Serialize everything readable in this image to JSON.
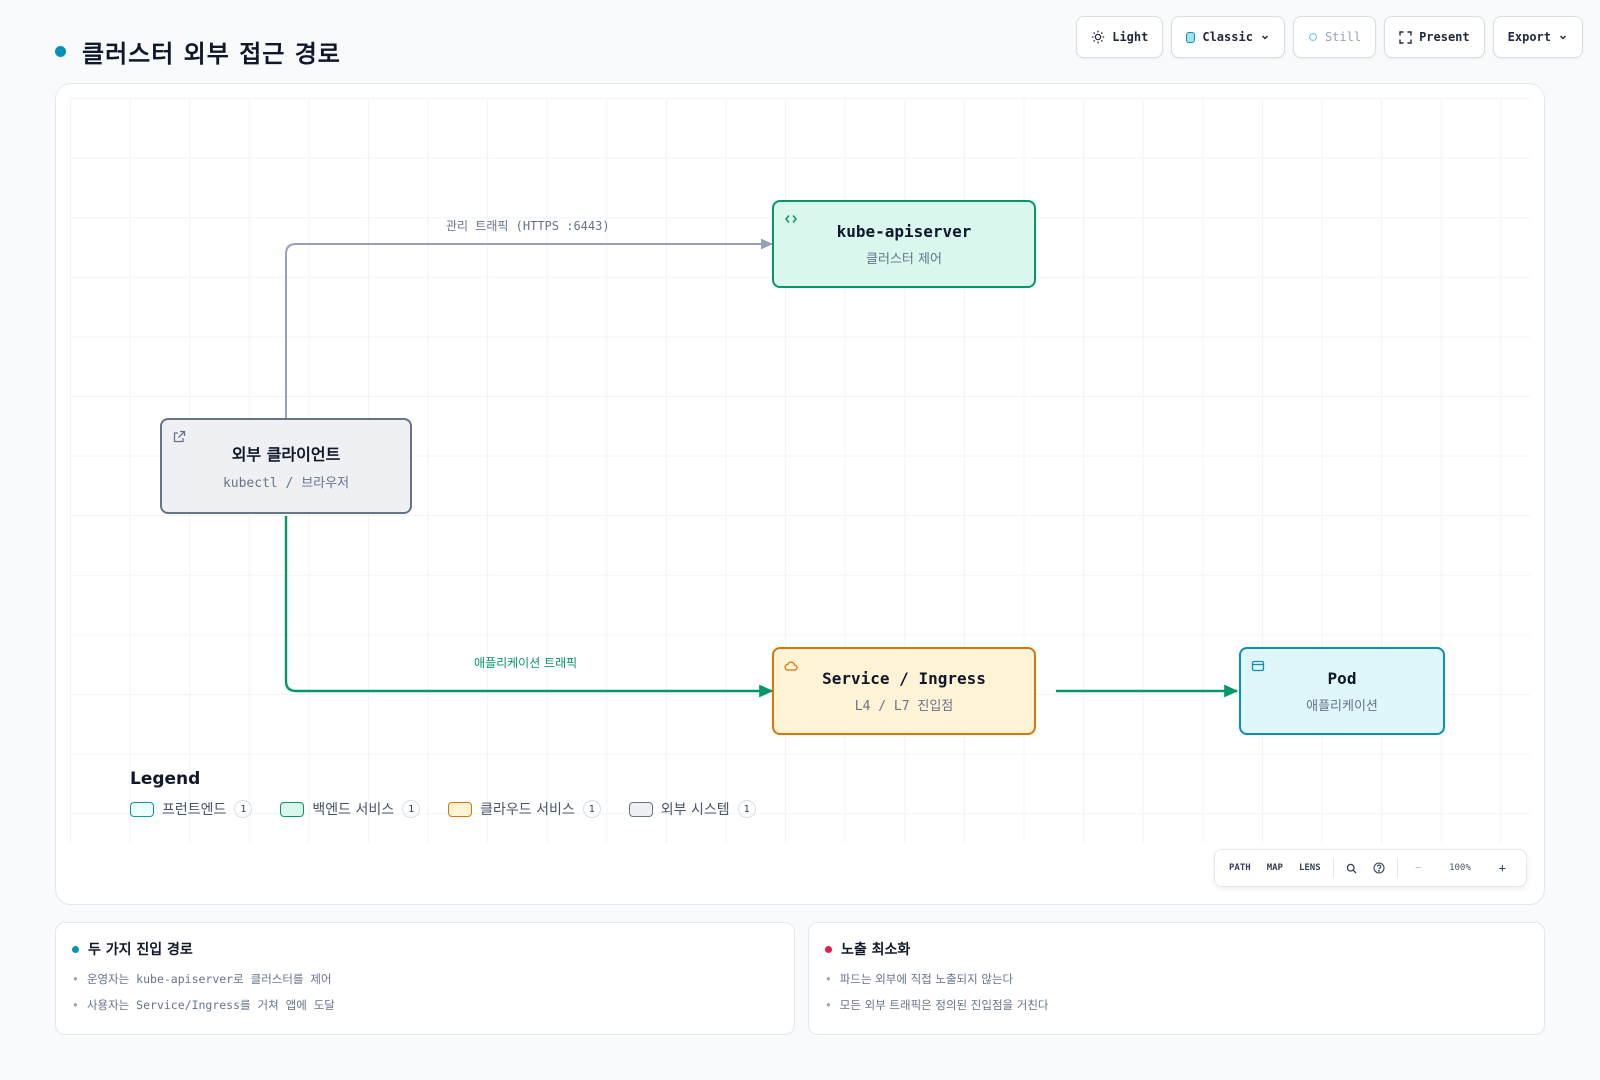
{
  "page": {
    "title": "클러스터 외부 접근 경로",
    "accent": "#0891b2"
  },
  "toolbar": {
    "theme_label": "Light",
    "style_label": "Classic",
    "motion_label": "Still",
    "present_label": "Present",
    "export_label": "Export"
  },
  "diagram": {
    "nodes": {
      "client": {
        "title": "외부 클라이언트",
        "subtitle": "kubectl / 브라우저",
        "icon": "external-link-icon",
        "category": "외부 시스템"
      },
      "apiserver": {
        "title": "kube-apiserver",
        "subtitle": "클러스터 제어",
        "icon": "code-icon",
        "category": "백엔드 서비스"
      },
      "service": {
        "title": "Service / Ingress",
        "subtitle": "L4 / L7 진입점",
        "icon": "cloud-icon",
        "category": "클라우드 서비스"
      },
      "pod": {
        "title": "Pod",
        "subtitle": "애플리케이션",
        "icon": "window-icon",
        "category": "프런트엔드"
      }
    },
    "edges": {
      "admin": {
        "from": "client",
        "to": "apiserver",
        "label": "관리 트래픽 (HTTPS :6443)",
        "color": "#94a3b8"
      },
      "app": {
        "from": "client",
        "to": "service",
        "label": "애플리케이션 트래픽",
        "color": "#059669"
      },
      "svc_pod": {
        "from": "service",
        "to": "pod",
        "label": "",
        "color": "#059669"
      }
    }
  },
  "legend": {
    "title": "Legend",
    "items": [
      {
        "label": "프런트엔드",
        "count": "1",
        "fill": "#ecfeff",
        "stroke": "#0891b2"
      },
      {
        "label": "백엔드 서비스",
        "count": "1",
        "fill": "#d9f7ec",
        "stroke": "#059669"
      },
      {
        "label": "클라우드 서비스",
        "count": "1",
        "fill": "#fff3d6",
        "stroke": "#d97706"
      },
      {
        "label": "외부 시스템",
        "count": "1",
        "fill": "#eef0f4",
        "stroke": "#64748b"
      }
    ]
  },
  "controls": {
    "path_label": "PATH",
    "map_label": "MAP",
    "lens_label": "LENS",
    "zoom_out_label": "–",
    "zoom_level": "100%",
    "zoom_in_label": "+"
  },
  "notes": [
    {
      "title": "두 가지 진입 경로",
      "dot_color": "#0891b2",
      "items": [
        "운영자는 kube-apiserver로 클러스터를 제어",
        "사용자는 Service/Ingress를 거쳐 앱에 도달"
      ]
    },
    {
      "title": "노출 최소화",
      "dot_color": "#e11d48",
      "items": [
        "파드는 외부에 직접 노출되지 않는다",
        "모든 외부 트래픽은 정의된 진입점을 거친다"
      ]
    }
  ]
}
